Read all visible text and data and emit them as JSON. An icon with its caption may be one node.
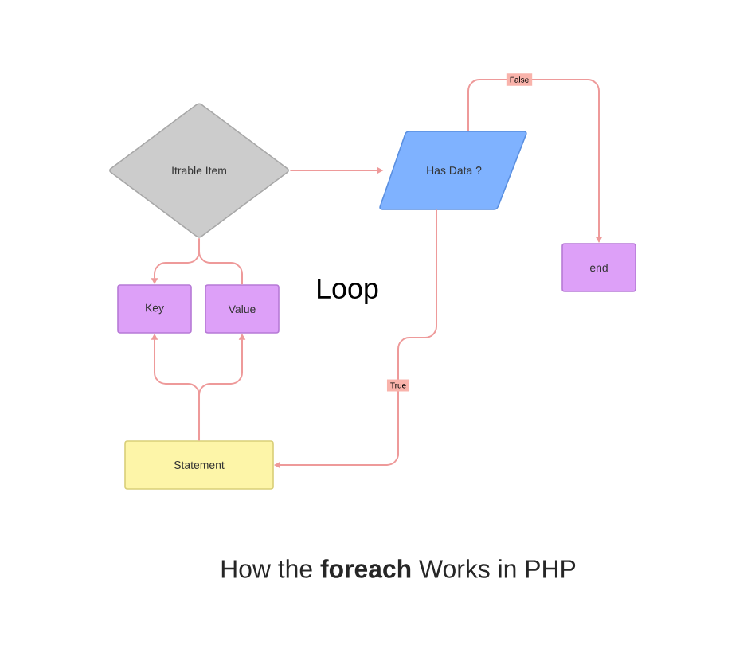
{
  "diagram": {
    "caption": "How the **foreach** Works in PHP",
    "nodes": [
      {
        "text": [
          "Itrable Item"
        ]
      },
      {
        "text": [
          "Has Data ?"
        ]
      },
      {
        "text": [
          "end"
        ]
      },
      {
        "text": [
          "Key"
        ]
      },
      {
        "text": [
          "Value"
        ]
      },
      {
        "text": [
          "Statement"
        ]
      }
    ],
    "edges": [
      {
        "from": 0,
        "to": 1,
        "arrow": "to"
      },
      {
        "from": 1,
        "to": 2,
        "arrow": "to",
        "label": "False"
      },
      {
        "from": 1,
        "to": 5,
        "arrow": "to",
        "label": "True"
      },
      {
        "from": 0,
        "to": 3,
        "arrow": "to"
      },
      {
        "from": 0,
        "to": 4,
        "arrow": "none"
      },
      {
        "from": 5,
        "to": 3,
        "arrow": "to"
      },
      {
        "from": 5,
        "to": 4,
        "arrow": "to"
      }
    ],
    "labels": [
      "Loop"
    ]
  }
}
